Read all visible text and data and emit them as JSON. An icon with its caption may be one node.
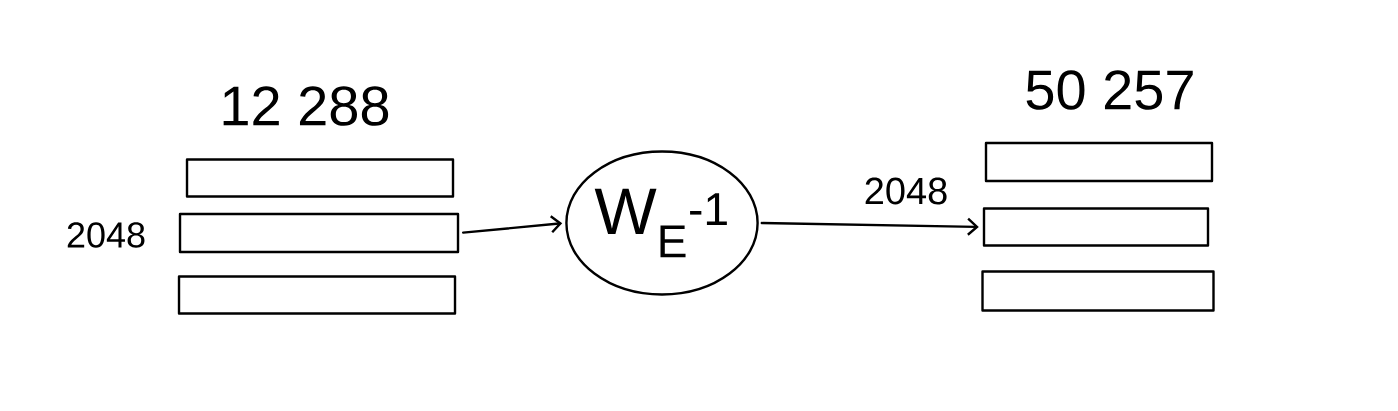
{
  "diagram": {
    "nodes": [
      {
        "text": [],
        "shape": "bar"
      },
      {
        "text": [],
        "shape": "bar"
      },
      {
        "text": [],
        "shape": "bar"
      },
      {
        "text": [
          "W$_{E}$$^{-1}$"
        ]
      },
      {
        "text": [],
        "shape": "bar"
      },
      {
        "text": [],
        "shape": "bar"
      },
      {
        "text": [],
        "shape": "bar"
      }
    ],
    "edges": [
      {
        "from": 1,
        "to": 3,
        "arrow": "to"
      },
      {
        "from": 3,
        "to": 5,
        "arrow": "to"
      }
    ],
    "labels": [
      "12 288",
      "2048",
      "50 257",
      "2048"
    ]
  }
}
